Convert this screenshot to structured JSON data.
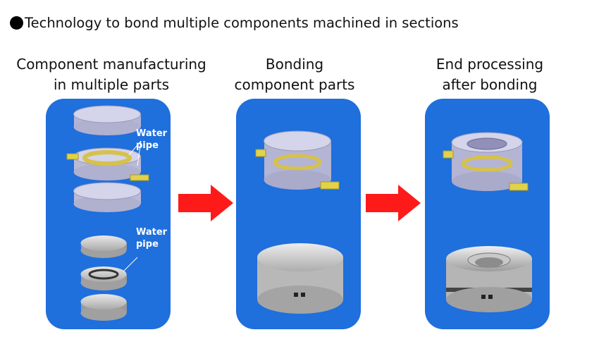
{
  "header": {
    "title": "Technology to bond multiple components machined in sections"
  },
  "steps": [
    {
      "line1": "Component manufacturing",
      "line2": "in multiple parts"
    },
    {
      "line1": "Bonding",
      "line2": "component parts"
    },
    {
      "line1": "End processing",
      "line2": "after bonding"
    }
  ],
  "callouts": {
    "water_pipe_1_line1": "Water",
    "water_pipe_1_line2": "pipe",
    "water_pipe_2_line1": "Water",
    "water_pipe_2_line2": "pipe"
  },
  "colors": {
    "panel": "#1f6fdc",
    "arrow": "#ff1a1a",
    "text": "#111111"
  }
}
